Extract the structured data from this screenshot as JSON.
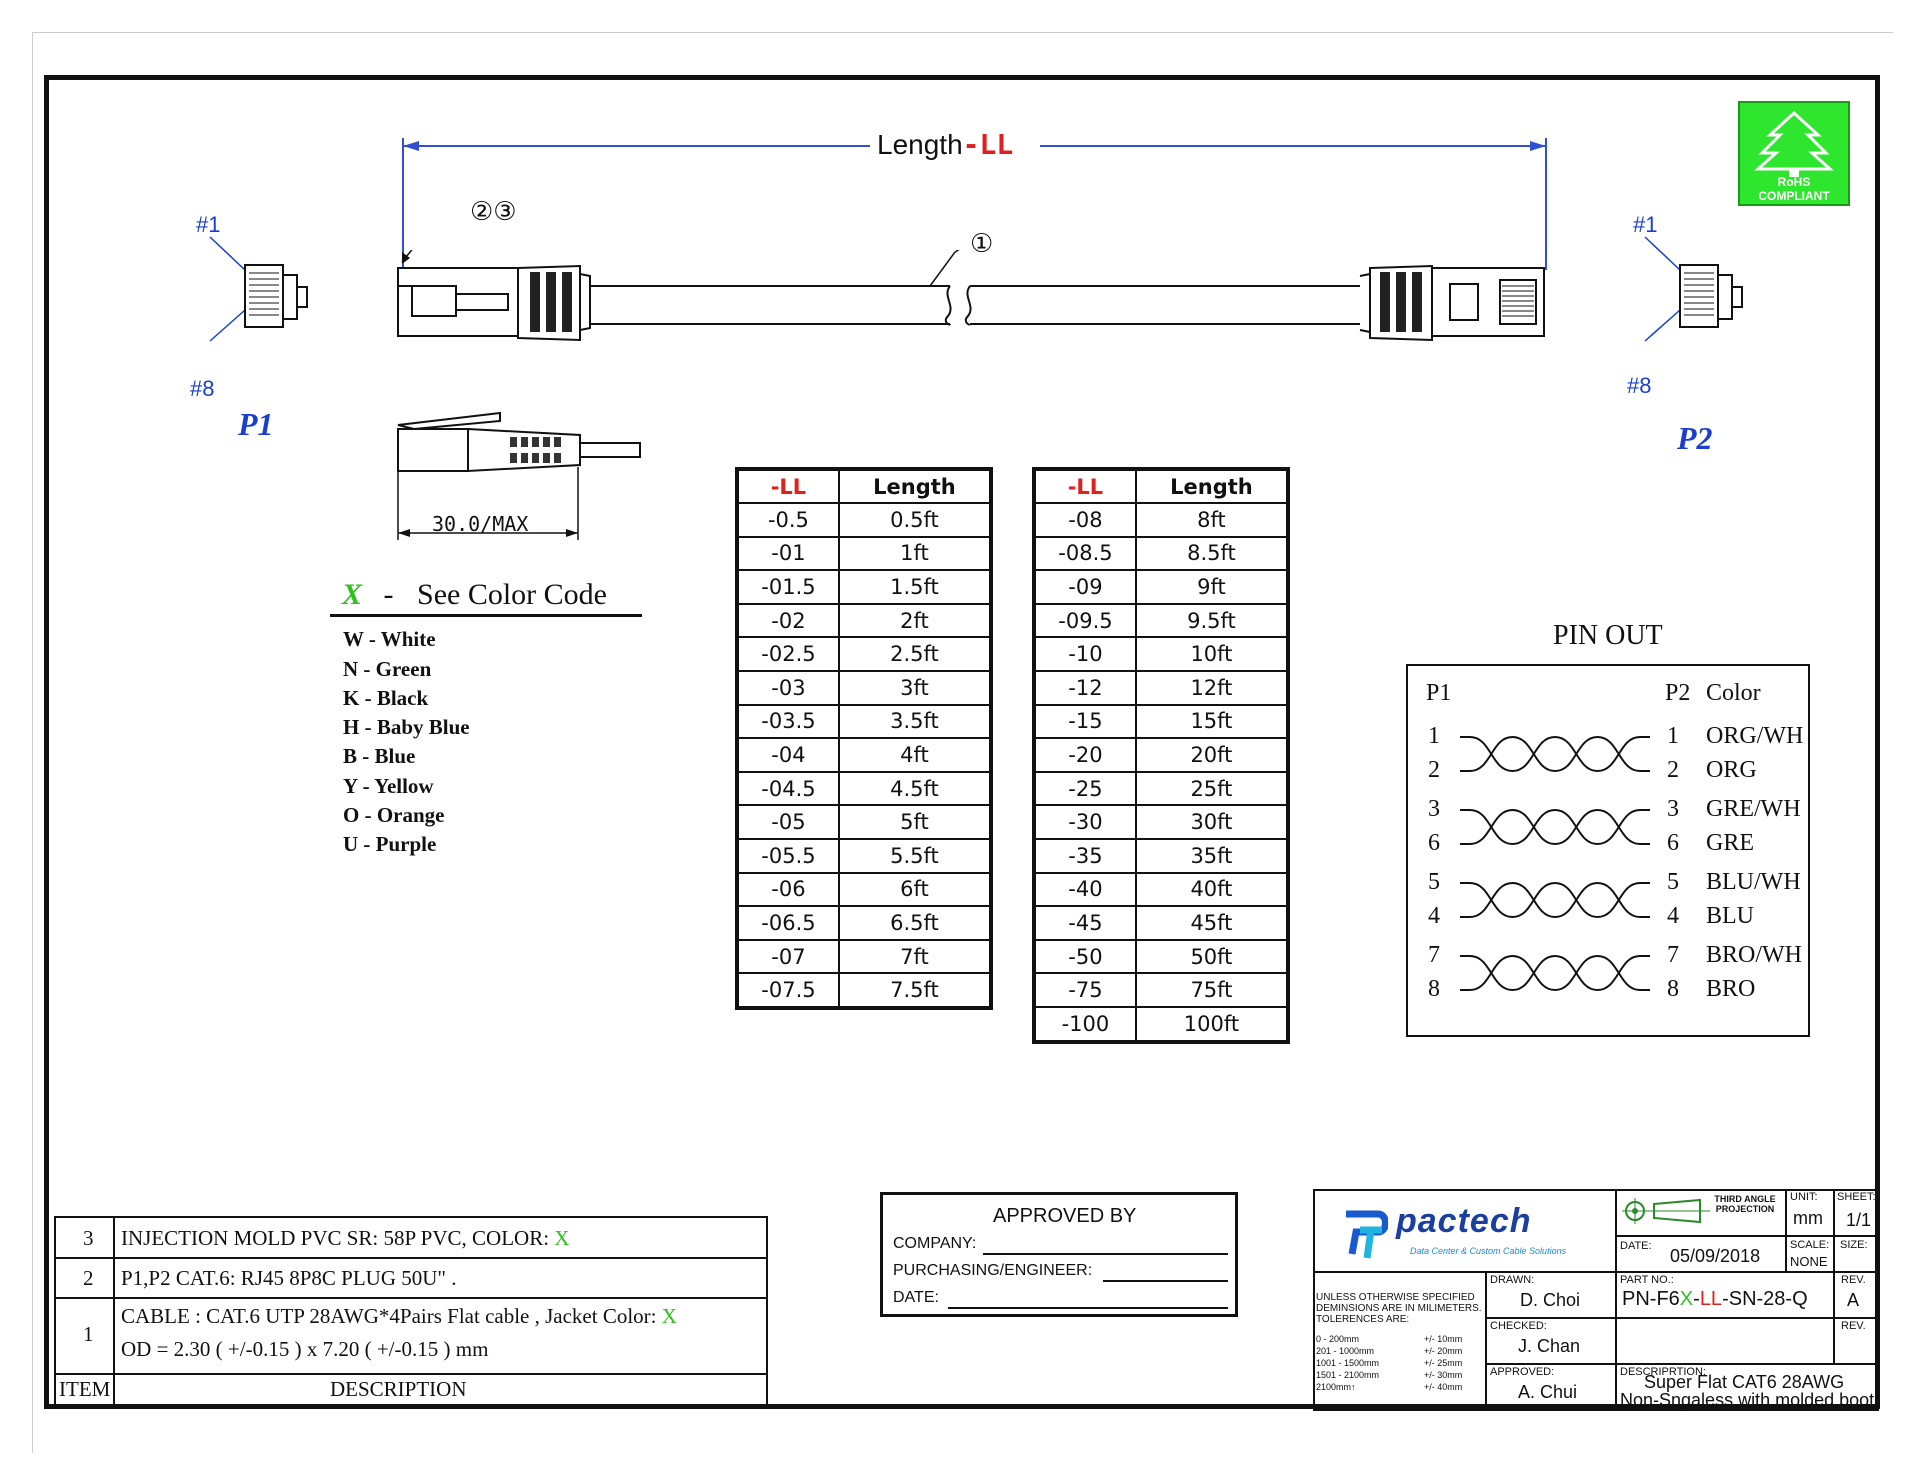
{
  "dimension": {
    "length_label": "Length",
    "length_suffix": "-LL",
    "connector_max": "30.0/MAX"
  },
  "connectors": {
    "p1": {
      "label": "P1",
      "pin_top": "#1",
      "pin_bottom": "#8"
    },
    "p2": {
      "label": "P2",
      "pin_top": "#1",
      "pin_bottom": "#8"
    }
  },
  "callouts": {
    "c23": "②③",
    "c1": "①"
  },
  "rohs": {
    "line1": "RoHS",
    "line2": "COMPLIANT",
    "color": "#2ee62e"
  },
  "color_code": {
    "x": "X",
    "dash": "-",
    "title": "See Color Code",
    "items": [
      "W - White",
      "N  - Green",
      "K  - Black",
      "H  - Baby Blue",
      "B  -  Blue",
      "Y  -  Yellow",
      "O  -  Orange",
      "U  -  Purple"
    ]
  },
  "length_table_left": {
    "headers": [
      "-LL",
      "Length"
    ],
    "rows": [
      [
        "-0.5",
        "0.5ft"
      ],
      [
        "-01",
        "1ft"
      ],
      [
        "-01.5",
        "1.5ft"
      ],
      [
        "-02",
        "2ft"
      ],
      [
        "-02.5",
        "2.5ft"
      ],
      [
        "-03",
        "3ft"
      ],
      [
        "-03.5",
        "3.5ft"
      ],
      [
        "-04",
        "4ft"
      ],
      [
        "-04.5",
        "4.5ft"
      ],
      [
        "-05",
        "5ft"
      ],
      [
        "-05.5",
        "5.5ft"
      ],
      [
        "-06",
        "6ft"
      ],
      [
        "-06.5",
        "6.5ft"
      ],
      [
        "-07",
        "7ft"
      ],
      [
        "-07.5",
        "7.5ft"
      ]
    ]
  },
  "length_table_right": {
    "headers": [
      "-LL",
      "Length"
    ],
    "rows": [
      [
        "-08",
        "8ft"
      ],
      [
        "-08.5",
        "8.5ft"
      ],
      [
        "-09",
        "9ft"
      ],
      [
        "-09.5",
        "9.5ft"
      ],
      [
        "-10",
        "10ft"
      ],
      [
        "-12",
        "12ft"
      ],
      [
        "-15",
        "15ft"
      ],
      [
        "-20",
        "20ft"
      ],
      [
        "-25",
        "25ft"
      ],
      [
        "-30",
        "30ft"
      ],
      [
        "-35",
        "35ft"
      ],
      [
        "-40",
        "40ft"
      ],
      [
        "-45",
        "45ft"
      ],
      [
        "-50",
        "50ft"
      ],
      [
        "-75",
        "75ft"
      ],
      [
        "-100",
        "100ft"
      ]
    ]
  },
  "pinout": {
    "title": "PIN  OUT",
    "col_p1": "P1",
    "col_p2": "P2",
    "col_color": "Color",
    "pairs": [
      {
        "p1a": "1",
        "p1b": "2",
        "p2a": "1",
        "p2b": "2",
        "ca": "ORG/WH",
        "cb": "ORG"
      },
      {
        "p1a": "3",
        "p1b": "6",
        "p2a": "3",
        "p2b": "6",
        "ca": "GRE/WH",
        "cb": "GRE"
      },
      {
        "p1a": "5",
        "p1b": "4",
        "p2a": "5",
        "p2b": "4",
        "ca": "BLU/WH",
        "cb": "BLU"
      },
      {
        "p1a": "7",
        "p1b": "8",
        "p2a": "7",
        "p2b": "8",
        "ca": "BRO/WH",
        "cb": "BRO"
      }
    ]
  },
  "bom": {
    "rows": [
      {
        "item": "3",
        "desc": "INJECTION MOLD PVC SR: 58P PVC, COLOR: ",
        "desc_x": "X"
      },
      {
        "item": "2",
        "desc": "P1,P2 CAT.6: RJ45 8P8C PLUG 50U\" ."
      },
      {
        "item": "1",
        "desc": "CABLE : CAT.6 UTP 28AWG*4Pairs Flat cable , Jacket Color: ",
        "desc_x": "X",
        "desc2": "OD = 2.30 ( +/-0.15 ) x 7.20 ( +/-0.15 ) mm"
      }
    ],
    "header_item": "ITEM",
    "header_desc": "DESCRIPTION"
  },
  "approved": {
    "title": "APPROVED  BY",
    "company": "COMPANY:",
    "purchasing": "PURCHASING/ENGINEER:",
    "date": "DATE:"
  },
  "title_block": {
    "logo_text": "pactech",
    "logo_tagline": "Data Center & Custom Cable Solutions",
    "projection": "THIRD ANGLE PROJECTION",
    "unit_label": "UNIT:",
    "unit": "mm",
    "sheet_label": "SHEET:",
    "sheet": "1/1",
    "date_label": "DATE:",
    "date": "05/09/2018",
    "scale_label": "SCALE:",
    "scale": "NONE",
    "size_label": "SIZE:",
    "tolerance_note": "UNLESS OTHERWISE SPECIFIED DEMINSIONS ARE IN MILIMETERS. TOLERENCES ARE:",
    "tolerances": [
      [
        "0 - 200mm",
        "+/- 10mm"
      ],
      [
        "201 - 1000mm",
        "+/- 20mm"
      ],
      [
        "1001 - 1500mm",
        "+/- 25mm"
      ],
      [
        "1501 - 2100mm",
        "+/- 30mm"
      ],
      [
        "2100mm↑",
        "+/- 40mm"
      ]
    ],
    "drawn_label": "DRAWN:",
    "drawn": "D. Choi",
    "checked_label": "CHECKED:",
    "checked": "J. Chan",
    "approved_label": "APPROVED:",
    "approved": "A. Chui",
    "partno_label": "PART NO.:",
    "partno_a": "PN-F6",
    "partno_x": "X",
    "partno_dash": "-",
    "partno_ll": "LL",
    "partno_b": "-SN-28-Q",
    "rev_label": "REV.",
    "rev": "A",
    "rev2_label": "REV.",
    "desc_label": "DESCRIPRTION:",
    "desc1": "Super Flat CAT6 28AWG",
    "desc2": "Non-Sngaless with molded boot"
  },
  "colors": {
    "red": "#e0201c",
    "blue": "#1a3fd0",
    "green": "#2fc11f"
  }
}
